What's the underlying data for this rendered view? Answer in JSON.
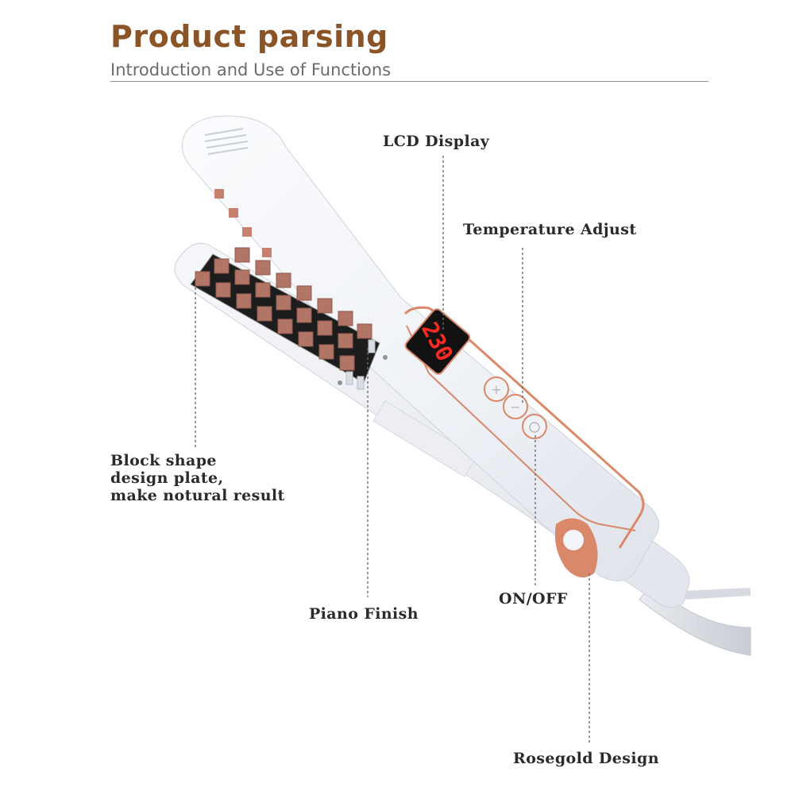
{
  "header": {
    "title": "Product parsing",
    "subtitle": "Introduction and Use of Functions"
  },
  "display": {
    "temperature": "230"
  },
  "callouts": {
    "lcd_display": "LCD Display",
    "temperature_adjust": "Temperature Adjust",
    "block_plate": [
      "Block shape",
      "design plate,",
      "make notural result"
    ],
    "piano_finish": "Piano Finish",
    "on_off": "ON/OFF",
    "rosegold_design": "Rosegold Design"
  },
  "colors": {
    "title": "#8a5426",
    "rosegold": "#d9896a",
    "plate": "#b07564",
    "lcd_digits": "#ff2a22"
  }
}
